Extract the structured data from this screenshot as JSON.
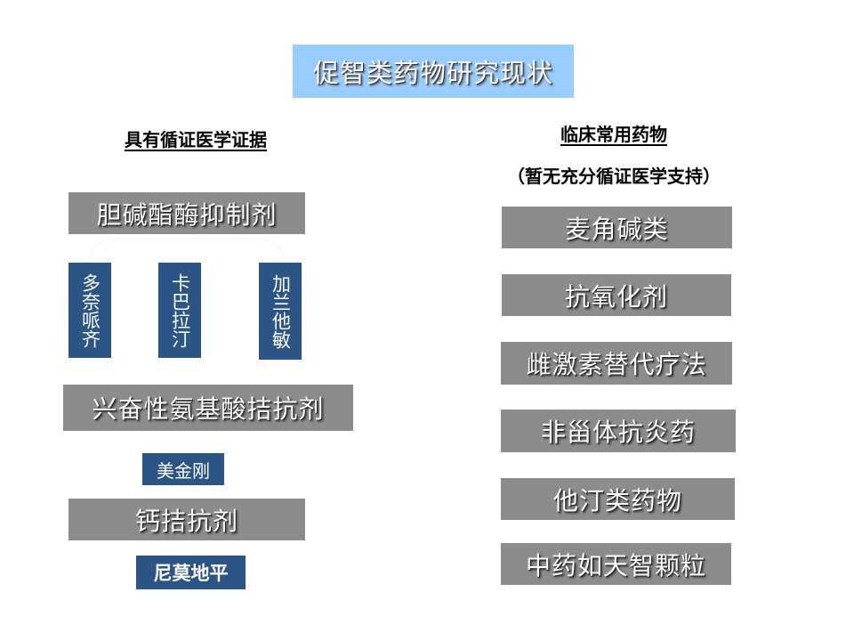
{
  "title": "促智类药物研究现状",
  "left": {
    "heading": "具有循证医学证据",
    "groups": [
      {
        "label": "胆碱酯酶抑制剂",
        "drugs": [
          "多奈哌齐",
          "卡巴拉汀",
          "加兰他敏"
        ]
      },
      {
        "label": "兴奋性氨基酸拮抗剂",
        "drugs": [
          "美金刚"
        ]
      },
      {
        "label": "钙拮抗剂",
        "drugs": [
          "尼莫地平"
        ]
      }
    ]
  },
  "right": {
    "heading": "临床常用药物",
    "subheading": "（暂无充分循证医学支持）",
    "items": [
      "麦角碱类",
      "抗氧化剂",
      "雌激素替代疗法",
      "非甾体抗炎药",
      "他汀类药物",
      "中药如天智颗粒"
    ]
  },
  "colors": {
    "title_bg": "#99ccff",
    "category_bg": "#8c8c8c",
    "drug_bg": "#2c5585"
  }
}
